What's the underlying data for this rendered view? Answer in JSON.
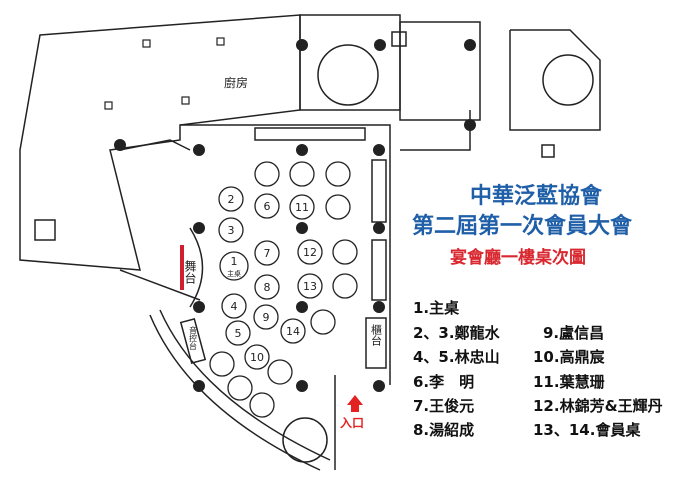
{
  "title": {
    "line1": "中華泛藍協會",
    "line2": "第二屆第一次會員大會",
    "line3": "宴會廳一樓桌次圖"
  },
  "labels": {
    "kitchen": "廚房",
    "stage": "舞台",
    "sound_desk": "音控台",
    "counter": "櫃台",
    "entrance": "入口",
    "main_table_sub": "主桌"
  },
  "tables": [
    "1",
    "2",
    "3",
    "4",
    "5",
    "6",
    "7",
    "8",
    "9",
    "10",
    "11",
    "12",
    "13",
    "14"
  ],
  "legend_left": [
    "1.主桌",
    "2、3.鄭龍水",
    "4、5.林忠山",
    "6.李　明",
    "7.王俊元",
    "8.湯紹成"
  ],
  "legend_right": [
    "9.盧信昌",
    "10.高鼎宸",
    "11.葉慧珊",
    "12.林錦芳&王輝丹",
    "13、14.會員桌"
  ],
  "colors": {
    "title": "#1f5fa8",
    "subtitle": "#d9282f",
    "arrow": "#e32222",
    "stage_bar": "#d02030"
  }
}
